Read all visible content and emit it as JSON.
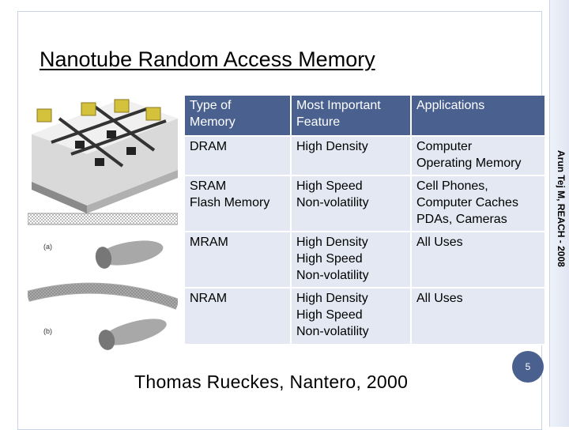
{
  "slide": {
    "title": "Nanotube Random Access Memory",
    "side_note": "Arun Tej M, REACH - 2008",
    "footer": "Thomas Rueckes, Nantero, 2000",
    "page_number": "5"
  },
  "table": {
    "headers": [
      [
        "Type of",
        "Memory"
      ],
      [
        "Most Important",
        "Feature"
      ],
      [
        "Applications"
      ]
    ],
    "rows": [
      [
        [
          "DRAM"
        ],
        [
          "High Density"
        ],
        [
          "Computer",
          "Operating Memory"
        ]
      ],
      [
        [
          "SRAM",
          "Flash Memory"
        ],
        [
          "High Speed",
          "Non-volatility"
        ],
        [
          "Cell Phones,",
          "Computer Caches",
          "PDAs, Cameras"
        ]
      ],
      [
        [
          "MRAM"
        ],
        [
          "High Density",
          "High Speed",
          "Non-volatility"
        ],
        [
          "All Uses"
        ]
      ],
      [
        [
          "NRAM"
        ],
        [
          "High Density",
          "High Speed",
          "Non-volatility"
        ],
        [
          "All Uses"
        ]
      ]
    ]
  },
  "colors": {
    "header_bg": "#4a6190",
    "cell_bg": "#e3e8f2",
    "accent": "#4a6190"
  }
}
